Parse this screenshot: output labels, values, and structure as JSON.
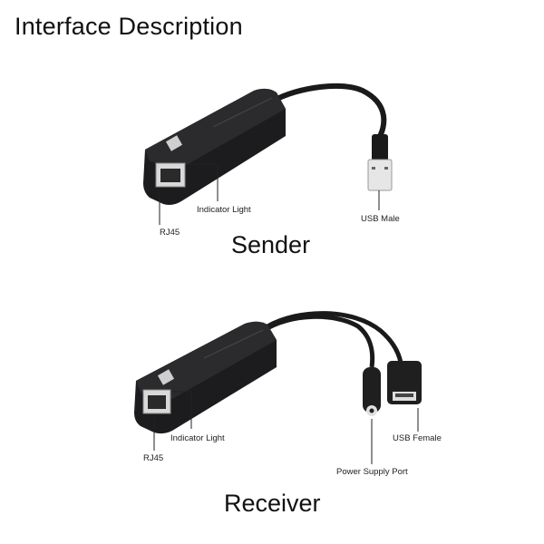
{
  "title": "Interface Description",
  "sender": {
    "heading": "Sender",
    "labels": {
      "rj45": "RJ45",
      "indicator": "Indicator Light",
      "usb": "USB Male"
    }
  },
  "receiver": {
    "heading": "Receiver",
    "labels": {
      "rj45": "RJ45",
      "indicator": "Indicator Light",
      "usb": "USB Female",
      "power": "Power Supply Port"
    }
  },
  "colors": {
    "device_body": "#1c1c1e",
    "device_highlight": "#3a3a3e",
    "text": "#111111"
  }
}
